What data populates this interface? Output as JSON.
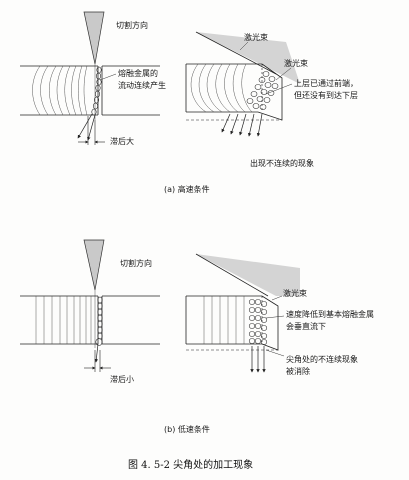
{
  "figure": {
    "caption": "图 4. 5-2    尖角处的加工现象"
  },
  "panel_a": {
    "caption": "(a) 高速条件",
    "label_cut_direction": "切割方向",
    "label_melt_line1": "熔融金属的",
    "label_melt_line2": "流动连续产生",
    "label_lag": "滞后大",
    "label_beam_1": "激光束",
    "label_beam_2": "激光束",
    "label_upper_line1": "上层已通过前端，",
    "label_upper_line2": "但还没有到达下层",
    "label_discontinuous": "出现不连续的现象"
  },
  "panel_b": {
    "caption": "(b) 低速条件",
    "label_cut_direction": "切割方向",
    "label_lag": "滞后小",
    "label_beam": "激光束",
    "label_speed_line1": "速度降低到基本熔融金属",
    "label_speed_line2": "会垂直流下",
    "label_corner_line1": "尖角处的不连续现象",
    "label_corner_line2": "被消除"
  }
}
